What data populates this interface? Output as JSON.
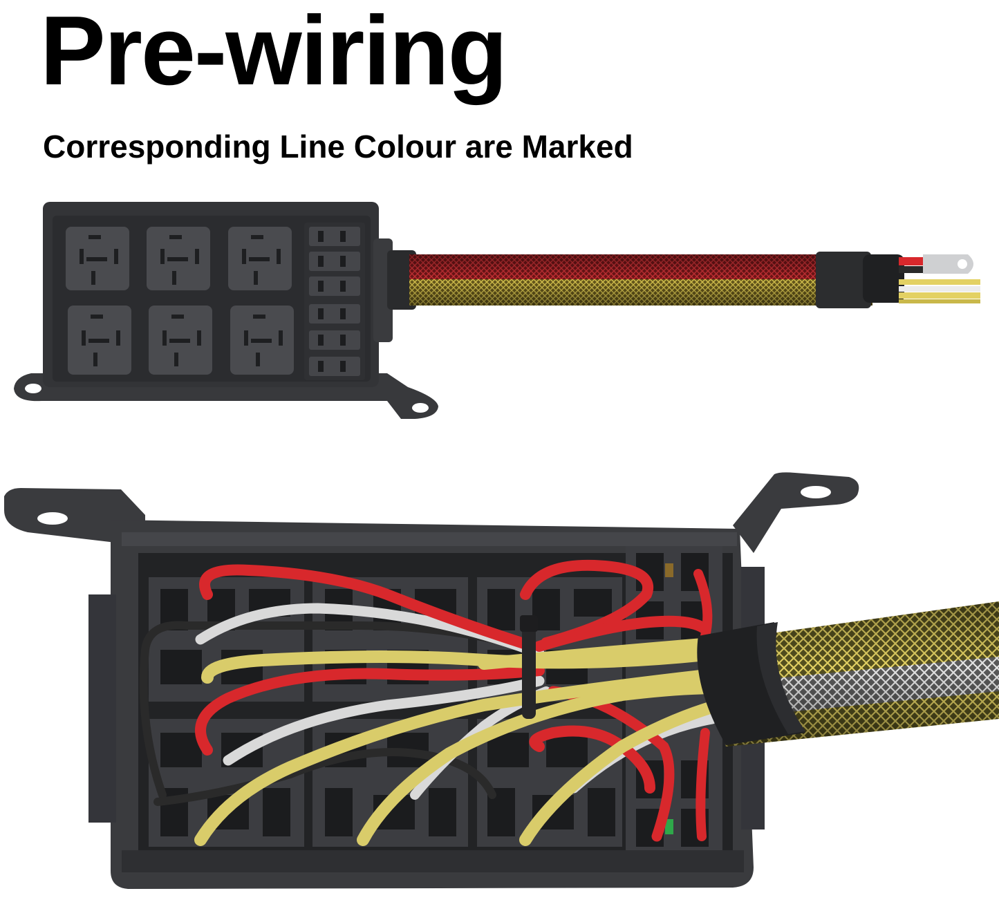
{
  "headline": {
    "title": "Pre-wiring",
    "subtitle": "Corresponding Line Colour are Marked"
  },
  "product": {
    "top_view": "relay-fuse-box-front",
    "bottom_view": "relay-fuse-box-back",
    "colors": {
      "housing": "#3a3b3e",
      "housing_dark": "#262729",
      "relay": "#4a4b4f",
      "wire_red": "#d8282c",
      "wire_yellow": "#d9cc6a",
      "wire_white": "#d9d9d9",
      "wire_black": "#2a2a2a",
      "sleeve_red": "#7a1a1c",
      "sleeve_yellow": "#9c8a2a"
    }
  }
}
